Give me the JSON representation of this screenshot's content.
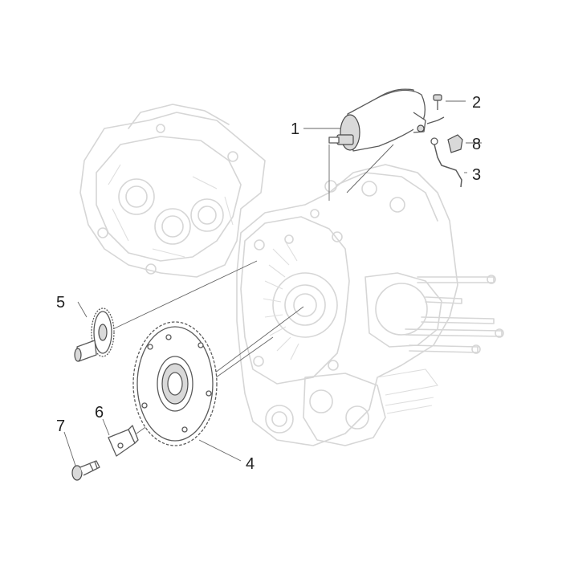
{
  "callouts": [
    {
      "id": "1",
      "label": "1"
    },
    {
      "id": "2",
      "label": "2"
    },
    {
      "id": "3",
      "label": "3"
    },
    {
      "id": "4",
      "label": "4"
    },
    {
      "id": "5",
      "label": "5"
    },
    {
      "id": "6",
      "label": "6"
    },
    {
      "id": "7",
      "label": "7"
    },
    {
      "id": "8",
      "label": "8"
    }
  ],
  "colors": {
    "background": "#ffffff",
    "ghost_outline": "#d6d6d6",
    "part_outline": "#5a5a5a",
    "part_shade": "#d9d9d9",
    "text": "#222222"
  }
}
